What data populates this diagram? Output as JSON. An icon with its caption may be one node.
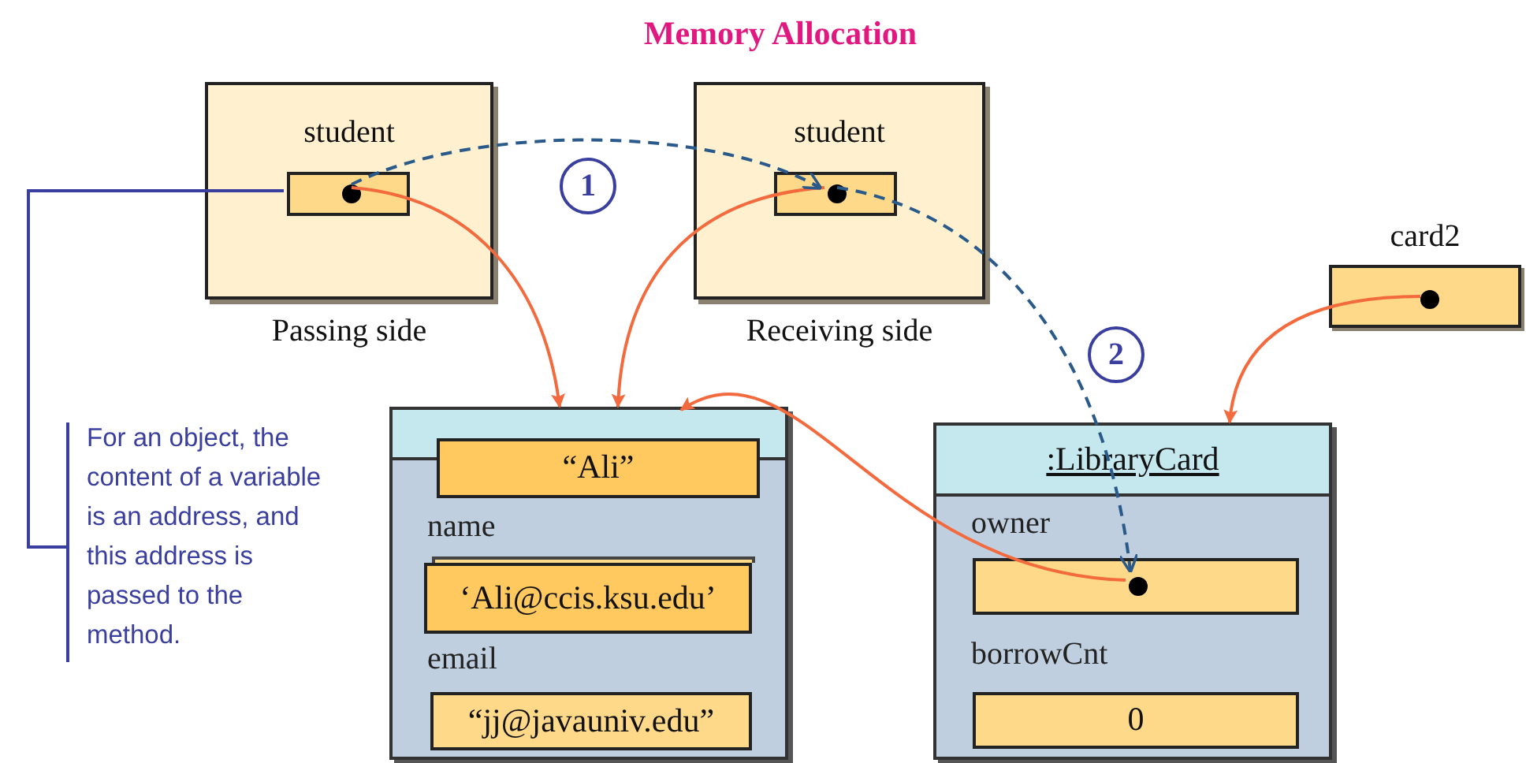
{
  "diagram": {
    "title": "Memory Allocation",
    "nodes": [
      {
        "text": [
          "student"
        ],
        "beside": [
          "Passing side"
        ]
      },
      {
        "text": [],
        "shape": "box",
        "in": 0
      },
      {
        "text": [
          "student"
        ],
        "beside": [
          "Receiving side"
        ]
      },
      {
        "text": [],
        "shape": "box",
        "in": 2
      },
      {
        "text": [
          "card2"
        ]
      },
      {
        "text": [
          "name",
          "email"
        ]
      },
      {
        "text": [
          "“Ali”"
        ],
        "in": 5
      },
      {
        "text": [
          "‘Ali@ccis.ksu.edu’"
        ],
        "in": 5
      },
      {
        "text": [
          "“jj@javauniv.edu”"
        ],
        "in": 5
      },
      {
        "text": [
          ":LibraryCard",
          "owner",
          "borrowCnt"
        ]
      },
      {
        "text": [],
        "shape": "box",
        "in": 9
      },
      {
        "text": [
          "0"
        ],
        "in": 9
      },
      {
        "text": [
          "For an object, the content of a variable is an address, and this address is passed to the method."
        ]
      }
    ],
    "edges": [
      {
        "from": 1,
        "to": 5,
        "arrow": "to"
      },
      {
        "from": 3,
        "to": 5,
        "arrow": "to"
      },
      {
        "from": 10,
        "to": 5,
        "arrow": "to"
      },
      {
        "from": 4,
        "to": 9,
        "arrow": "to"
      },
      {
        "from": 1,
        "to": 3,
        "arrow": "to",
        "style": "dashed",
        "color": "#2a5a8a"
      },
      {
        "from": 3,
        "to": 10,
        "arrow": "to",
        "style": "dashed",
        "color": "#2a5a8a"
      },
      {
        "from": 12,
        "to": 1,
        "arrow": "none",
        "color": "#3a3f9f"
      }
    ],
    "labels": [
      "1",
      "2"
    ]
  }
}
